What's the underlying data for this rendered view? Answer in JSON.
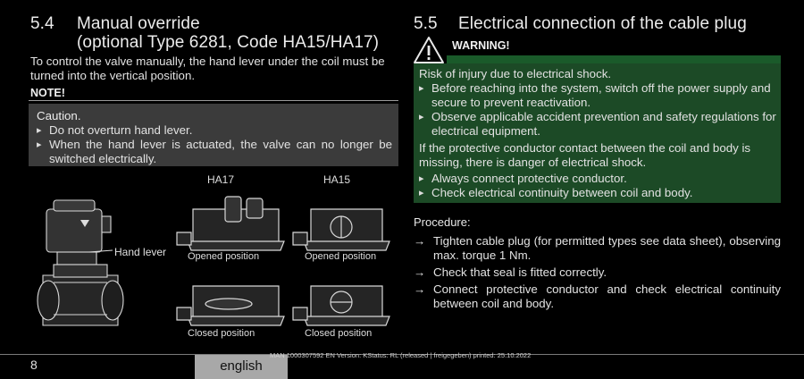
{
  "left": {
    "section_number": "5.4",
    "title_line1": "Manual override",
    "title_line2": "(optional Type 6281, Code HA15/HA17)",
    "intro": "To control the valve manually, the hand lever under the coil must be turned into the vertical position.",
    "note_label": "NOTE!",
    "caution_title": "Caution.",
    "caution_items": [
      "Do not overturn hand lever.",
      "When the hand lever is actuated, the valve can no longer be switched electrically."
    ],
    "figure": {
      "label_ha17": "HA17",
      "label_ha15": "HA15",
      "hand_lever": "Hand lever",
      "opened_position": "Opened position",
      "closed_position": "Closed position"
    }
  },
  "right": {
    "section_number": "5.5",
    "title": "Electrical connection of the cable plug",
    "warning_label": "WARNING!",
    "warning_risk": "Risk of injury due to electrical shock.",
    "warning_items": [
      "Before reaching into the system, switch off the power supply and secure to prevent reactivation.",
      "Observe applicable accident prevention and safety regulations for electrical equipment."
    ],
    "warning_text2": "If the protective conductor contact between the coil and body is missing, there is danger of electrical shock.",
    "warning_items2": [
      "Always connect protective conductor.",
      "Check electrical continuity between coil and body."
    ],
    "procedure_title": "Procedure:",
    "procedure_arrow": "→",
    "procedure_steps": [
      "Tighten cable plug (for permitted types see data sheet), observing max. torque 1 Nm.",
      "Check that seal is fitted correctly.",
      "Connect protective conductor and check electrical continuity between coil and body."
    ]
  },
  "footer": {
    "page_number": "8",
    "language": "english",
    "meta": "MAN  1000307592  EN  Version: KStatus: RL (released | freigegeben)  printed: 25.10.2022"
  },
  "colors": {
    "background": "#000000",
    "warning_green": "#1c4a26",
    "caution_box": "#3b3b3b",
    "language_tab": "#a8a8a8"
  }
}
